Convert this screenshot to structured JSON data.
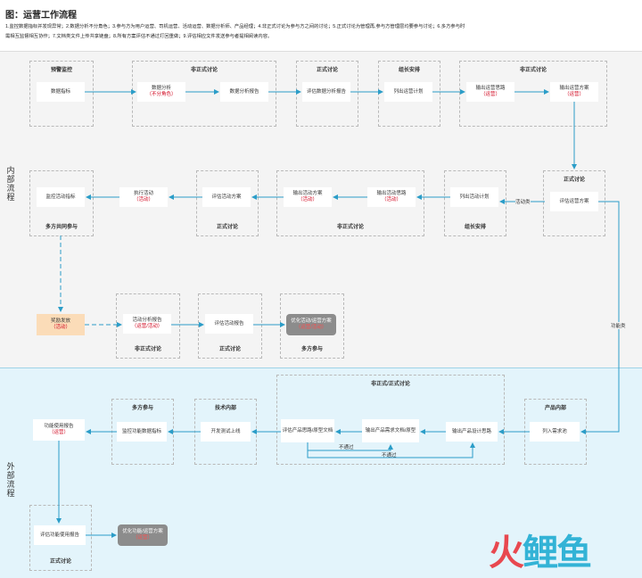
{
  "title": "图：运营工作流程",
  "notes": "1.监控数据指标并发现异常；2.数据分析不分角色；3.参与方为用户运营、司机运营、活动运营、数据分析师、产品经理；4.非正式讨论为参与方之间的讨论；5.正式讨论为管理再,参与方管理层均要参与讨论；6.多方参与时需相互监督相互协作；7.文档类文件上传共享链盘；8.所有方案评估不通过打回重做；9.评估相应文件发送参与者提相阅读内容。",
  "regions": {
    "internal": "内部流程",
    "external": "外部流程"
  },
  "groups": {
    "g1": "预警监控",
    "g2": "非正式讨论",
    "g3": "正式讨论",
    "g4": "组长安排",
    "g5": "非正式讨论",
    "g6": "正式讨论",
    "g7": "组长安排",
    "g8": "非正式讨论",
    "g9": "正式讨论",
    "g10": "多方共同参与",
    "g11": "非正式讨论",
    "g12": "正式讨论",
    "g13": "多方参与",
    "g14": "产品内部",
    "g15": "非正式/正式讨论",
    "g16": "技术内部",
    "g17": "多方参与",
    "g18": "正式讨论"
  },
  "nodes": {
    "n1": {
      "text": "数据指标"
    },
    "n2": {
      "text": "数据分析",
      "sub": "（不分角色）"
    },
    "n3": {
      "text": "数据分析报告"
    },
    "n4": {
      "text": "评估数据分析报告"
    },
    "n5": {
      "text": "列出运营计划"
    },
    "n6": {
      "text": "输出运营思路",
      "sub": "（运营）"
    },
    "n7": {
      "text": "输出运营方案",
      "sub": "（运营）"
    },
    "n8": {
      "text": "评估运营方案"
    },
    "n9": {
      "text": "列出活动计划"
    },
    "n10": {
      "text": "输出活动思路",
      "sub": "（活动）"
    },
    "n11": {
      "text": "输出活动方案",
      "sub": "（活动）"
    },
    "n12": {
      "text": "评估活动方案"
    },
    "n13": {
      "text": "执行活动",
      "sub": "（活动）"
    },
    "n14": {
      "text": "监控活动指标"
    },
    "n15": {
      "text": "奖励发放",
      "sub": "（活动）"
    },
    "n16": {
      "text": "活动分析报告",
      "sub": "（运营/活动）"
    },
    "n17": {
      "text": "评估活动报告"
    },
    "n18": {
      "text": "优化活动/运营方案",
      "sub": "（运营/活动）"
    },
    "n19": {
      "text": "列入需求池"
    },
    "n20": {
      "text": "输出产品设计思路"
    },
    "n21": {
      "text": "输出产品需求文档/原型"
    },
    "n22": {
      "text": "评估产品思路/原型文档"
    },
    "n23": {
      "text": "开发测试上线"
    },
    "n24": {
      "text": "监控功能数据指标"
    },
    "n25": {
      "text": "功能使用报告",
      "sub": "（运营）"
    },
    "n26": {
      "text": "评估功能使用报告"
    },
    "n27": {
      "text": "优化功能/运营方案",
      "sub": "（运营）"
    }
  },
  "edge_labels": {
    "activity": "活动类",
    "feature": "功能类",
    "reject1": "不通过",
    "reject2": "不通过"
  },
  "logo": {
    "part1": "火",
    "part2": "鲤鱼"
  },
  "colors": {
    "arrow": "#2b9dc8",
    "red": "#d0021b",
    "orange": "#fbdcb8",
    "gray": "#8c8c8c"
  }
}
